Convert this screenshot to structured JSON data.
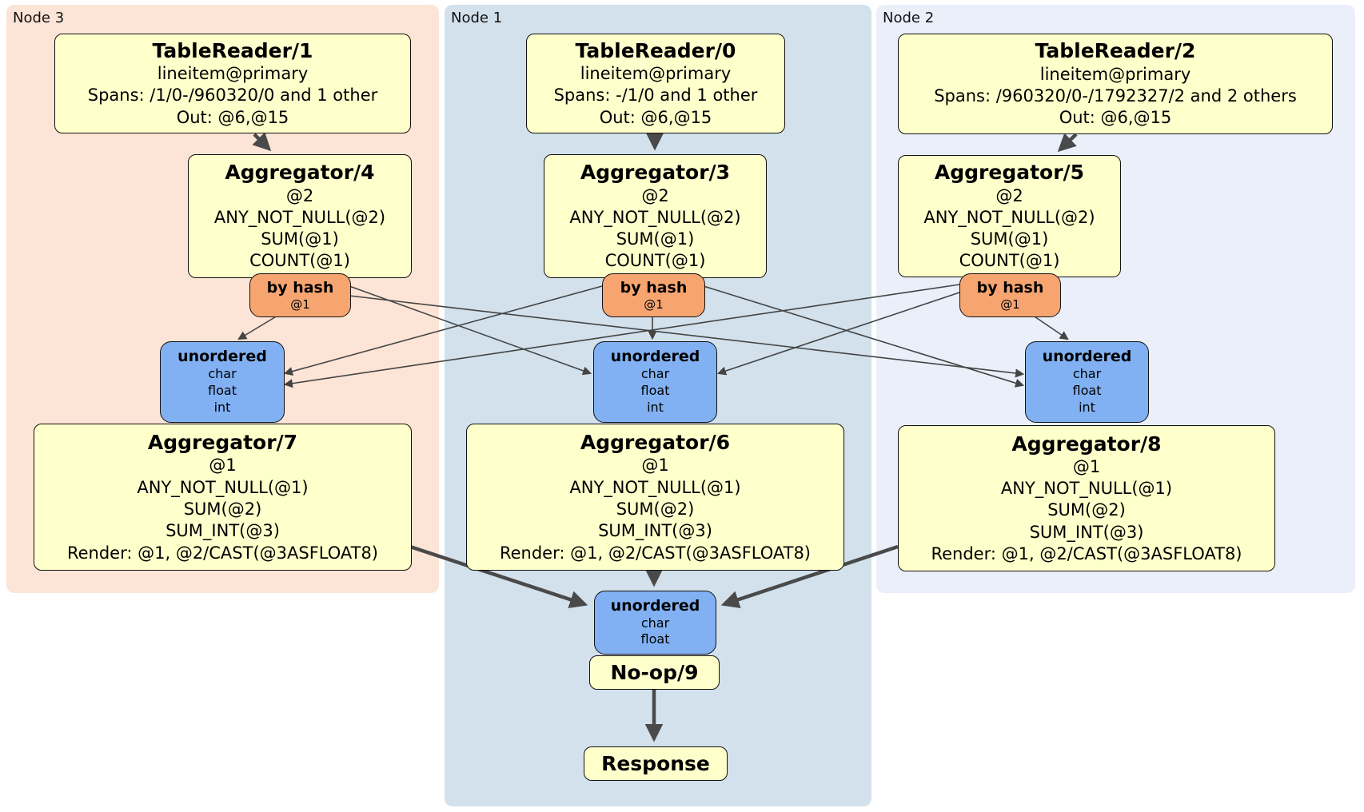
{
  "colors": {
    "node3-bg": "#fce4d6",
    "node1-bg": "#d2e1ec",
    "node2-bg": "#eaeffa",
    "box-bg": "#ffffcc",
    "router-bg": "#f7a570",
    "sync-bg": "#81b1f3",
    "edge": "#4a4a4a"
  },
  "nodes": [
    {
      "label": "Node 3",
      "table_reader": {
        "title": "TableReader/1",
        "lines": [
          "lineitem@primary",
          "Spans: /1/0-/960320/0 and 1 other",
          "Out: @6,@15"
        ]
      },
      "aggregator_top": {
        "title": "Aggregator/4",
        "lines": [
          "@2",
          "ANY_NOT_NULL(@2)",
          "SUM(@1)",
          "COUNT(@1)"
        ]
      },
      "router": {
        "title": "by hash",
        "lines": [
          "@1"
        ]
      },
      "sync": {
        "title": "unordered",
        "lines": [
          "char",
          "float",
          "int"
        ]
      },
      "aggregator_bottom": {
        "title": "Aggregator/7",
        "lines": [
          "@1",
          "ANY_NOT_NULL(@1)",
          "SUM(@2)",
          "SUM_INT(@3)",
          "Render: @1, @2/CAST(@3ASFLOAT8)"
        ]
      }
    },
    {
      "label": "Node 1",
      "table_reader": {
        "title": "TableReader/0",
        "lines": [
          "lineitem@primary",
          "Spans: -/1/0 and 1 other",
          "Out: @6,@15"
        ]
      },
      "aggregator_top": {
        "title": "Aggregator/3",
        "lines": [
          "@2",
          "ANY_NOT_NULL(@2)",
          "SUM(@1)",
          "COUNT(@1)"
        ]
      },
      "router": {
        "title": "by hash",
        "lines": [
          "@1"
        ]
      },
      "sync": {
        "title": "unordered",
        "lines": [
          "char",
          "float",
          "int"
        ]
      },
      "aggregator_bottom": {
        "title": "Aggregator/6",
        "lines": [
          "@1",
          "ANY_NOT_NULL(@1)",
          "SUM(@2)",
          "SUM_INT(@3)",
          "Render: @1, @2/CAST(@3ASFLOAT8)"
        ]
      }
    },
    {
      "label": "Node 2",
      "table_reader": {
        "title": "TableReader/2",
        "lines": [
          "lineitem@primary",
          "Spans: /960320/0-/1792327/2 and 2 others",
          "Out: @6,@15"
        ]
      },
      "aggregator_top": {
        "title": "Aggregator/5",
        "lines": [
          "@2",
          "ANY_NOT_NULL(@2)",
          "SUM(@1)",
          "COUNT(@1)"
        ]
      },
      "router": {
        "title": "by hash",
        "lines": [
          "@1"
        ]
      },
      "sync": {
        "title": "unordered",
        "lines": [
          "char",
          "float",
          "int"
        ]
      },
      "aggregator_bottom": {
        "title": "Aggregator/8",
        "lines": [
          "@1",
          "ANY_NOT_NULL(@1)",
          "SUM(@2)",
          "SUM_INT(@3)",
          "Render: @1, @2/CAST(@3ASFLOAT8)"
        ]
      }
    }
  ],
  "final": {
    "sync": {
      "title": "unordered",
      "lines": [
        "char",
        "float"
      ]
    },
    "noop": {
      "title": "No-op/9"
    },
    "response": {
      "title": "Response"
    }
  }
}
